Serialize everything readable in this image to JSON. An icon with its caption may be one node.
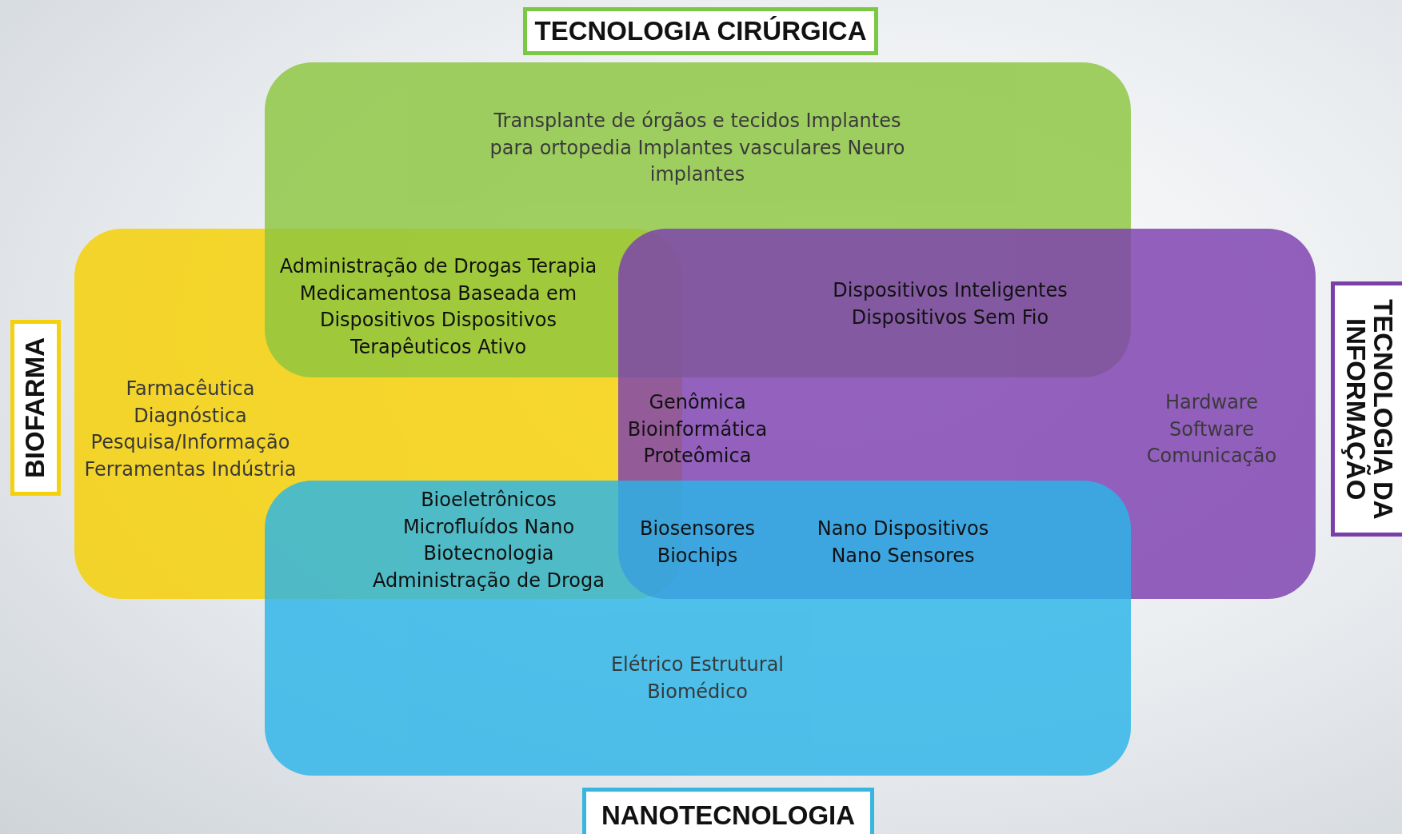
{
  "diagram": {
    "nodes": [
      {
        "text": [
          "TECNOLOGIA CIRÚRGICA"
        ]
      },
      {
        "text": [
          "Transplante de órgãos e tecidos Implantes para ortopedia Implantes vasculares Neuro implantes"
        ]
      },
      {
        "text": [
          "BIOFARMA"
        ]
      },
      {
        "text": [
          "Farmacêutica Diagnóstica Pesquisa/Informação Ferramentas Indústria"
        ]
      },
      {
        "text": [
          "TECNOLOGIA DA INFORMAÇÃO"
        ]
      },
      {
        "text": [
          "Hardware Software Comunicação"
        ]
      },
      {
        "text": [
          "NANOTECNOLOGIA"
        ]
      },
      {
        "text": [
          "Elétrico Estrutural Biomédico"
        ]
      }
    ],
    "labels": [
      "Administração de Drogas Terapia Medicamentosa Baseada em Dispositivos Dispositivos Terapêuticos Ativo",
      "Dispositivos Inteligentes Dispositivos Sem Fio",
      "Genômica Bioinformática Proteômica",
      "Bioeletrônicos Microfluídos Nano Biotecnologia Administração de Droga",
      "Biosensores Biochips",
      "Nano Dispositivos Nano Sensores"
    ]
  }
}
